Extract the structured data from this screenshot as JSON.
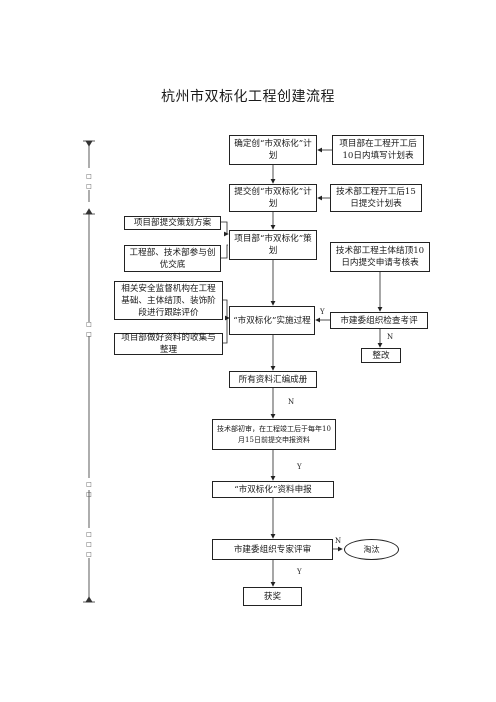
{
  "title": "杭州市双标化工程创建流程",
  "main": {
    "b1": "确定创“市双标化”计划",
    "b2": "提交创“市双标化”计划",
    "b3": "项目部“市双标化”策划",
    "b4": "“市双标化”实施过程",
    "b5": "所有资料汇编成册",
    "b6": "技术部初审，在工程竣工后于每年10月15日前提交申报资料",
    "b7": "“市双标化”资料申报",
    "b8": "市建委组织专家评审",
    "b9": "获奖"
  },
  "right": {
    "r1": "项目部在工程开工后10日内填写计划表",
    "r2": "技术部工程开工后15日提交计划表",
    "r3": "技术部工程主体结顶10日内提交申请考核表",
    "r4": "市建委组织检查考评",
    "r5": "整改",
    "r6": "淘汰"
  },
  "left": {
    "l1": "项目部提交策划方案",
    "l2": "工程部、技术部参与创优交底",
    "l3": "相关安全监督机构在工程基础、主体结顶、装饰阶段进行跟踪评价",
    "l4": "项目部做好资料的收集与整理"
  },
  "labels": {
    "y1": "Y",
    "n1": "N",
    "n2": "N",
    "y2": "Y",
    "n3": "N",
    "y3": "Y"
  },
  "stages": {
    "s1": "□\n□",
    "s2": "□\n□",
    "s3": "□\n□",
    "s4": "□\n□\n□"
  }
}
